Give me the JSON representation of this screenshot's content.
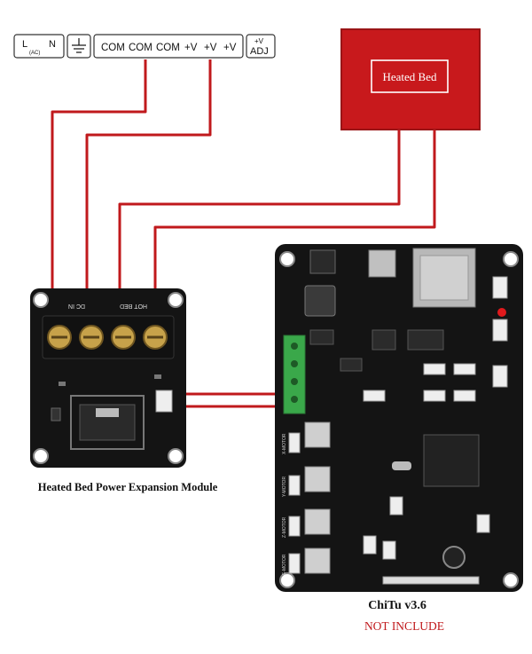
{
  "power_supply_terminals": {
    "live_label": "L",
    "ac_label": "(AC)",
    "neutral_label": "N",
    "ground_symbol": "ground-icon",
    "com_labels": [
      "COM",
      "COM",
      "COM"
    ],
    "v_labels": [
      "+V",
      "+V",
      "+V"
    ],
    "adj_top": "+V",
    "adj_bottom": "ADJ"
  },
  "heated_bed": {
    "label": "Heated Bed",
    "color": "#c8191c"
  },
  "module": {
    "caption": "Heated Bed Power Expansion Module",
    "terminal_labels": [
      "DC IN",
      "HOT BED"
    ]
  },
  "board": {
    "caption": "ChiTu v3.6",
    "note": "NOT INCLUDE",
    "motor_labels": [
      "X-MOTOR",
      "Y-MOTOR",
      "Z-MOTOR",
      "E-MOTOR"
    ]
  },
  "colors": {
    "wire": "#c0191c",
    "wire_gray": "#9a9a9a",
    "pcb": "#141414",
    "connector": "#3aa84a"
  }
}
